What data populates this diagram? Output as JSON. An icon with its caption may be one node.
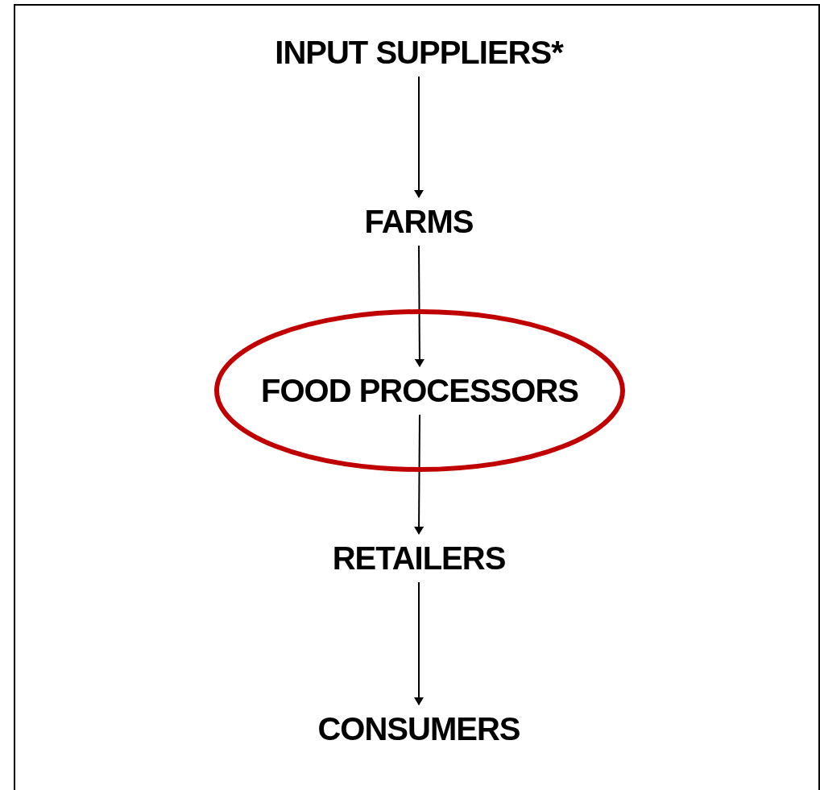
{
  "diagram": {
    "nodes": [
      {
        "text": [
          "INPUT SUPPLIERS*"
        ]
      },
      {
        "text": [
          "FARMS"
        ]
      },
      {
        "text": [
          "FOOD PROCESSORS"
        ]
      },
      {
        "text": [
          "RETAILERS"
        ]
      },
      {
        "text": [
          "CONSUMERS"
        ]
      }
    ],
    "edges": [
      {
        "from": 0,
        "to": 1,
        "arrow": "to"
      },
      {
        "from": 1,
        "to": 2,
        "arrow": "to"
      },
      {
        "from": 2,
        "to": 3,
        "arrow": "to"
      },
      {
        "from": 3,
        "to": 4,
        "arrow": "to"
      }
    ]
  }
}
